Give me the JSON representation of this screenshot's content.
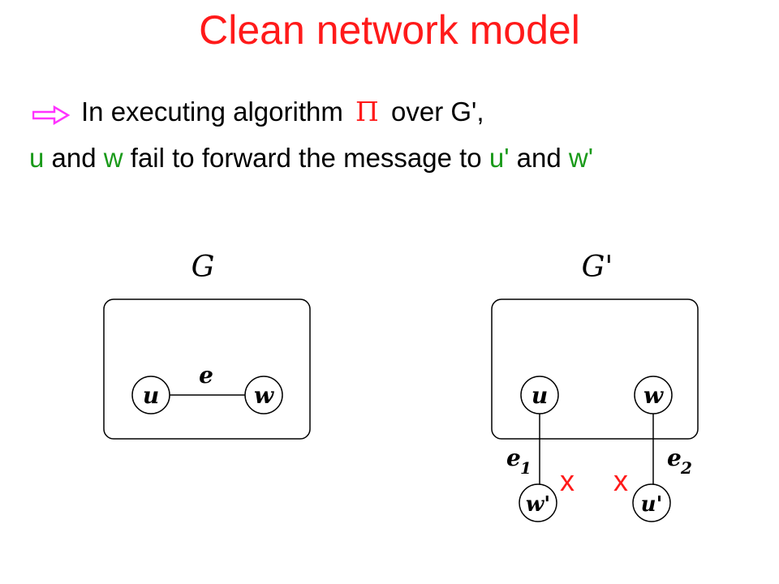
{
  "title": "Clean network model",
  "line1": {
    "prefix": "In executing algorithm",
    "pi": "Π",
    "suffix": "over G',"
  },
  "line2": {
    "u": "u",
    "t1": "and",
    "w": "w",
    "t2": "fail to forward the message to",
    "u2": "u'",
    "t3": "and",
    "w2": "w'"
  },
  "graph_left": {
    "title": "G",
    "node_u": "u",
    "node_w": "w",
    "edge": "e"
  },
  "graph_right": {
    "title": "G'",
    "node_u": "u",
    "node_w": "w",
    "node_w_prime": "w'",
    "node_u_prime": "u'",
    "edge1_base": "e",
    "edge1_sub": "1",
    "edge2_base": "e",
    "edge2_sub": "2",
    "fail_mark_1": "x",
    "fail_mark_2": "x"
  },
  "colors": {
    "title": "#ff1a1a",
    "arrow": "#ff33ff",
    "green": "#1a9a1a",
    "fail_mark": "#ff1a1a"
  },
  "icons": {
    "bullet": "hollow-right-arrow-icon"
  }
}
